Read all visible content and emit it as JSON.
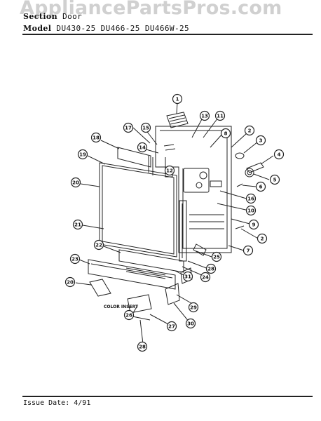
{
  "watermark": "AppliancePartsPros.com",
  "header": {
    "section_label": "Section",
    "section_value": "Door",
    "model_label": "Model",
    "models": "DU430-25  DU466-25  DU466W-25"
  },
  "footer": {
    "issue_label": "Issue Date:",
    "issue_value": "4/91"
  },
  "diagram": {
    "color_insert_label": "COLOR INSERT",
    "callouts": [
      "1",
      "2",
      "3",
      "4",
      "5",
      "6",
      "7",
      "8",
      "9",
      "10",
      "11",
      "12",
      "13",
      "14",
      "15",
      "16",
      "17",
      "18",
      "19",
      "20",
      "21",
      "22",
      "23",
      "24",
      "25",
      "26",
      "27",
      "28",
      "29",
      "30",
      "31"
    ]
  }
}
